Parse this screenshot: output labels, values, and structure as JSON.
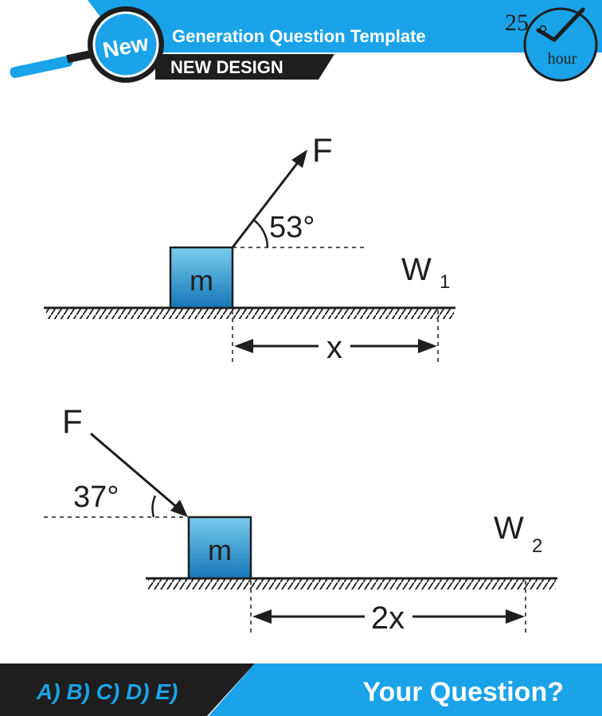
{
  "header": {
    "badge": "New",
    "title": "Generation Question Template",
    "subtitle": "NEW DESIGN",
    "clock_number": "25",
    "clock_unit": "hour"
  },
  "diagram1": {
    "force_label": "F",
    "angle_label": "53°",
    "mass_label": "m",
    "work_label": "W",
    "work_sub": "1",
    "distance_label": "x"
  },
  "diagram2": {
    "force_label": "F",
    "angle_label": "37°",
    "mass_label": "m",
    "work_label": "W",
    "work_sub": "2",
    "distance_label": "2x"
  },
  "footer": {
    "answer_choices": "A) B) C) D) E)",
    "question": "Your Question?"
  },
  "colors": {
    "accent_blue": "#1aa3e8",
    "dark_bar": "#1e1e1e",
    "box_top": "#79cdee",
    "box_bottom": "#1576b8"
  }
}
